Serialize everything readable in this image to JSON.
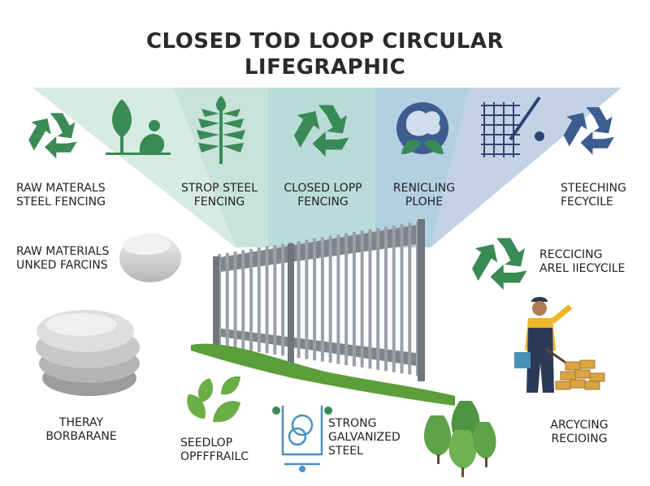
{
  "title": {
    "line1": "CLOSED TOD LOOP CIRCULAR",
    "line2": "LIFEGRAPHIC"
  },
  "colors": {
    "panel1": "#d6ebe2",
    "panel2": "#c7e3d9",
    "panel3": "#b9dcd8",
    "panel4": "#b3cfe2",
    "panel5": "#c3d2e6",
    "recycle_green": "#3a8a55",
    "recycle_navy": "#3d5d8e",
    "fence": "#8a9096",
    "grass": "#5b9e3a",
    "leaf": "#6bae45"
  },
  "top_panels": [
    {
      "line1": "RAW MATERALS",
      "line2": "STEEL FENCING",
      "icons": [
        "recycle-icon",
        "plant-icon",
        "person-planting-icon"
      ]
    },
    {
      "line1": "STROP STEEL",
      "line2": "FENCING",
      "icons": [
        "fern-leaf-icon"
      ]
    },
    {
      "line1": "CLOSED LOPP",
      "line2": "FENCING",
      "icons": [
        "recycle-icon"
      ]
    },
    {
      "line1": "RENICLING",
      "line2": "PLOHE",
      "icons": [
        "brain-leaf-icon"
      ]
    },
    {
      "line1": "STEECHING",
      "line2": "FECYCILE",
      "icons": [
        "mesh-welding-icon",
        "recycle-icon"
      ]
    }
  ],
  "left_items": [
    {
      "line1": "RAW MATERIALS",
      "line2": "UNKED FARCINS",
      "icon": "stone-icon"
    },
    {
      "line1": "THERAY",
      "line2": "BORBARANE",
      "icon": "stone-stack-icon"
    }
  ],
  "right_items": [
    {
      "line1": "RECCICING",
      "line2": "AREL IIECYCILE",
      "icon": "recycle-icon"
    },
    {
      "line1": "ARCYCING",
      "line2": "RECIOING",
      "icon": "worker-icon"
    }
  ],
  "bottom_items": [
    {
      "line1": "SEEDLOP",
      "line2": "OPFFFRAILC",
      "icon": "leaves-icon"
    },
    {
      "line1": "STRONG",
      "line2": "GALVANIZED",
      "line3": "STEEL",
      "icon": "molecule-icon"
    },
    {
      "icon": "trees-icon"
    }
  ]
}
